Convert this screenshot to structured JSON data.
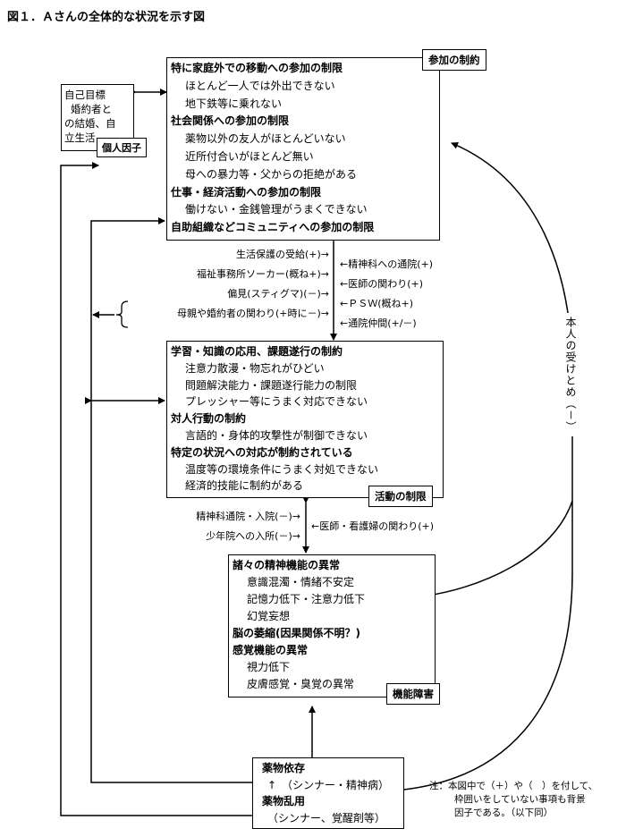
{
  "title": "図１．Ａさんの全体的な状況を示す図",
  "participation": {
    "tag": "参加の制約",
    "lines": [
      {
        "t": "特に家庭外での移動への参加の制限",
        "h": true
      },
      {
        "t": "ほとんど一人では外出できない",
        "h": false
      },
      {
        "t": "地下鉄等に乗れない",
        "h": false
      },
      {
        "t": "社会関係への参加の制限",
        "h": true
      },
      {
        "t": "薬物以外の友人がほとんどいない",
        "h": false
      },
      {
        "t": "近所付合いがほとんど無い",
        "h": false
      },
      {
        "t": "母への暴力等・父からの拒絶がある",
        "h": false
      },
      {
        "t": "仕事・経済活動への参加の制限",
        "h": true
      },
      {
        "t": "働けない・金銭管理がうまくできない",
        "h": false
      },
      {
        "t": "自助組織などコミュニティへの参加の制限",
        "h": true
      }
    ]
  },
  "personal": {
    "tag": "個人因子",
    "lines": [
      "自己目標",
      "婚約者と",
      "の結婚、自",
      "立生活"
    ]
  },
  "env_upper": {
    "left": [
      "生活保護の受給(+)→",
      "福祉事務所ソーカー(概ね+)→",
      "偏見(スティグマ)(－)→",
      "母親や婚約者の関わり(+時に－)→"
    ],
    "right": [
      "←精神科への通院(+)",
      "←医師の関わり(+)",
      "←ＰＳＷ(概ね+)",
      "←通院仲間(+/－)"
    ]
  },
  "activity": {
    "tag": "活動の制限",
    "lines": [
      {
        "t": "学習・知識の応用、課題遂行の制約",
        "h": true
      },
      {
        "t": "注意力散漫・物忘れがひどい",
        "h": false
      },
      {
        "t": "問題解決能力・課題遂行能力の制限",
        "h": false
      },
      {
        "t": "プレッシャー等にうまく対応できない",
        "h": false
      },
      {
        "t": "対人行動の制約",
        "h": true
      },
      {
        "t": "言語的・身体的攻撃性が制御できない",
        "h": false
      },
      {
        "t": "特定の状況への対応が制約されている",
        "h": true
      },
      {
        "t": "温度等の環境条件にうまく対処できない",
        "h": false
      },
      {
        "t": "経済的技能に制約がある",
        "h": false
      }
    ]
  },
  "env_lower": {
    "left": [
      "精神科通院・入院(－)→",
      "少年院への入所(－)→"
    ],
    "right": [
      "←医師・看護婦の関わり(+)"
    ]
  },
  "function": {
    "tag": "機能障害",
    "lines": [
      {
        "t": "諸々の精神機能の異常",
        "h": true
      },
      {
        "t": "意識混濁・情緒不安定",
        "h": false
      },
      {
        "t": "記憶力低下・注意力低下",
        "h": false
      },
      {
        "t": "幻覚妄想",
        "h": false
      },
      {
        "t": "脳の萎縮(因果関係不明？)",
        "h": true
      },
      {
        "t": "感覚機能の異常",
        "h": true
      },
      {
        "t": "視力低下",
        "h": false
      },
      {
        "t": "皮膚感覚・臭覚の異常",
        "h": false
      }
    ]
  },
  "drug": {
    "lines": [
      {
        "t": "薬物依存",
        "h": true
      },
      {
        "t": "↑　（シンナー・精神病）",
        "h": false
      },
      {
        "t": "薬物乱用",
        "h": true
      },
      {
        "t": "（シンナー、覚醒剤等）",
        "h": false
      }
    ]
  },
  "side_label": "本人の受けとめ（－）",
  "note": [
    "注：本図中で（＋）や（　）を付して、",
    "枠囲いをしていない事項も背景",
    "因子である。（以下同）"
  ]
}
